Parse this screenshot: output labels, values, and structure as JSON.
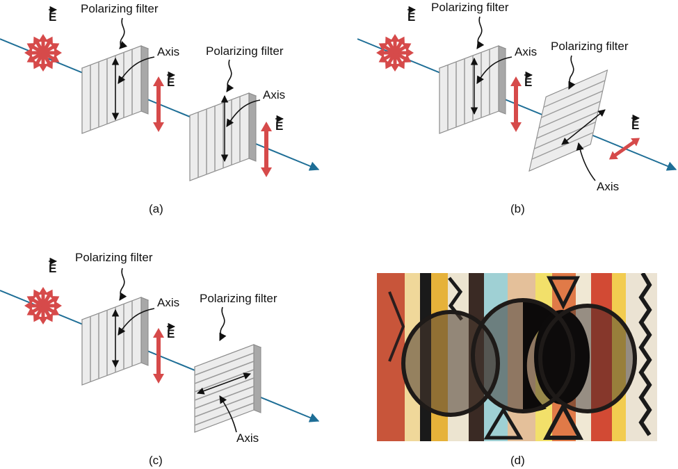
{
  "labels": {
    "polarizing_filter": "Polarizing filter",
    "axis": "Axis",
    "e_field": "E"
  },
  "panels": [
    {
      "caption": "(a)",
      "second_filter_axis": "vertical",
      "transmitted_field": "vertical"
    },
    {
      "caption": "(b)",
      "second_filter_axis": "tilted",
      "transmitted_field": "tilted"
    },
    {
      "caption": "(c)",
      "second_filter_axis": "horizontal",
      "transmitted_field": "none"
    },
    {
      "caption": "(d)",
      "content": "photograph of three overlapping polarizing filters over a colorful patterned background"
    }
  ],
  "colors": {
    "beam": "#1e6e96",
    "field_arrow": "#d64a4a",
    "filter_face": "#e8e8e8",
    "filter_edge": "#9a9a9a",
    "text": "#111111"
  }
}
